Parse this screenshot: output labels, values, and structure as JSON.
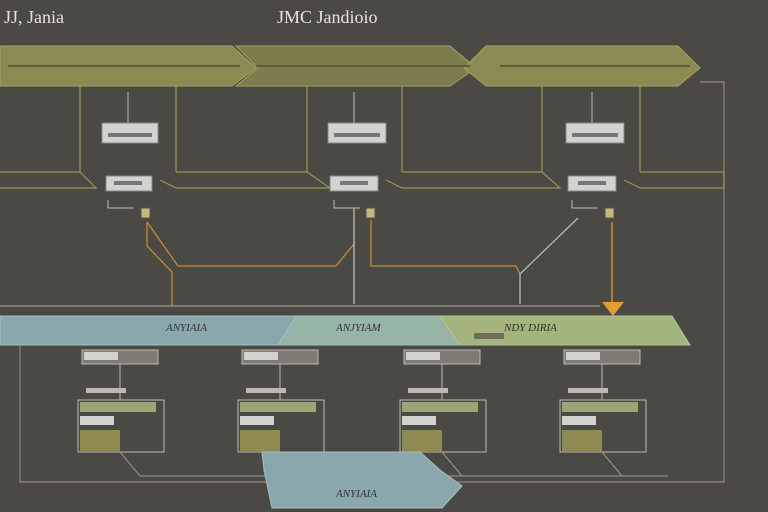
{
  "header": {
    "left_title": "JJ, Jania",
    "center_title": "JMC Jandioio"
  },
  "bands": [
    {
      "label": "ANYIAIA"
    },
    {
      "label": "ANJYIAM"
    },
    {
      "label": "NDY DIRIA"
    }
  ],
  "bottom_band": {
    "label": "ANYIAIA"
  },
  "colors": {
    "background": "#4a4944",
    "olive": "#7c7c4c",
    "olive_dark": "#5d5d3c",
    "olive_line": "#9a9656",
    "blue_band": "#8aa7ac",
    "green_band": "#a3b47c",
    "orange_line": "#c48a3a",
    "orange_arrow": "#e0a030",
    "connector": "#bdbcb4",
    "device": "#d2d2d0"
  }
}
